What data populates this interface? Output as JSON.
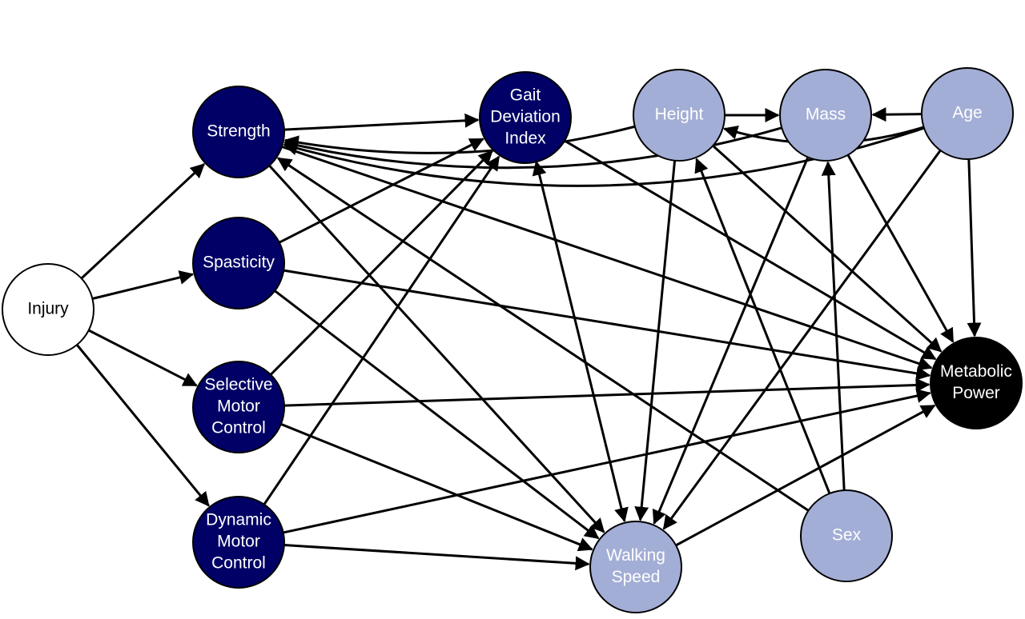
{
  "colors": {
    "exposure": "#ffffff",
    "mediator": "#000066",
    "confounder": "#a3aed6",
    "outcome": "#000000",
    "edge": "#000000"
  },
  "nodes": [
    {
      "id": "injury",
      "kind": "exposure",
      "label": [
        "Injury"
      ]
    },
    {
      "id": "strength",
      "kind": "mediator",
      "label": [
        "Strength"
      ]
    },
    {
      "id": "spasticity",
      "kind": "mediator",
      "label": [
        "Spasticity"
      ]
    },
    {
      "id": "smc",
      "kind": "mediator",
      "label": [
        "Selective",
        "Motor",
        "Control"
      ]
    },
    {
      "id": "dmc",
      "kind": "mediator",
      "label": [
        "Dynamic",
        "Motor",
        "Control"
      ]
    },
    {
      "id": "gdi",
      "kind": "mediator",
      "label": [
        "Gait",
        "Deviation",
        "Index"
      ]
    },
    {
      "id": "height",
      "kind": "confounder",
      "label": [
        "Height"
      ]
    },
    {
      "id": "mass",
      "kind": "confounder",
      "label": [
        "Mass"
      ]
    },
    {
      "id": "age",
      "kind": "confounder",
      "label": [
        "Age"
      ]
    },
    {
      "id": "sex",
      "kind": "confounder",
      "label": [
        "Sex"
      ]
    },
    {
      "id": "speed",
      "kind": "confounder",
      "label": [
        "Walking",
        "Speed"
      ]
    },
    {
      "id": "metab",
      "kind": "outcome",
      "label": [
        "Metabolic",
        "Power"
      ]
    }
  ],
  "edges": [
    {
      "from": "injury",
      "to": "strength"
    },
    {
      "from": "injury",
      "to": "spasticity"
    },
    {
      "from": "injury",
      "to": "smc"
    },
    {
      "from": "injury",
      "to": "dmc"
    },
    {
      "from": "strength",
      "to": "gdi"
    },
    {
      "from": "strength",
      "to": "metab"
    },
    {
      "from": "strength",
      "to": "speed"
    },
    {
      "from": "spasticity",
      "to": "gdi"
    },
    {
      "from": "spasticity",
      "to": "metab"
    },
    {
      "from": "spasticity",
      "to": "speed"
    },
    {
      "from": "smc",
      "to": "gdi"
    },
    {
      "from": "smc",
      "to": "metab"
    },
    {
      "from": "smc",
      "to": "speed"
    },
    {
      "from": "dmc",
      "to": "gdi"
    },
    {
      "from": "dmc",
      "to": "metab"
    },
    {
      "from": "dmc",
      "to": "speed"
    },
    {
      "from": "gdi",
      "to": "metab"
    },
    {
      "from": "gdi",
      "to": "speed",
      "both": true
    },
    {
      "from": "height",
      "to": "strength"
    },
    {
      "from": "height",
      "to": "mass"
    },
    {
      "from": "height",
      "to": "metab"
    },
    {
      "from": "height",
      "to": "speed"
    },
    {
      "from": "mass",
      "to": "strength"
    },
    {
      "from": "mass",
      "to": "metab"
    },
    {
      "from": "mass",
      "to": "speed"
    },
    {
      "from": "age",
      "to": "strength"
    },
    {
      "from": "age",
      "to": "height"
    },
    {
      "from": "age",
      "to": "mass"
    },
    {
      "from": "age",
      "to": "metab"
    },
    {
      "from": "age",
      "to": "speed"
    },
    {
      "from": "sex",
      "to": "strength"
    },
    {
      "from": "sex",
      "to": "height"
    },
    {
      "from": "sex",
      "to": "mass"
    },
    {
      "from": "speed",
      "to": "metab"
    }
  ]
}
